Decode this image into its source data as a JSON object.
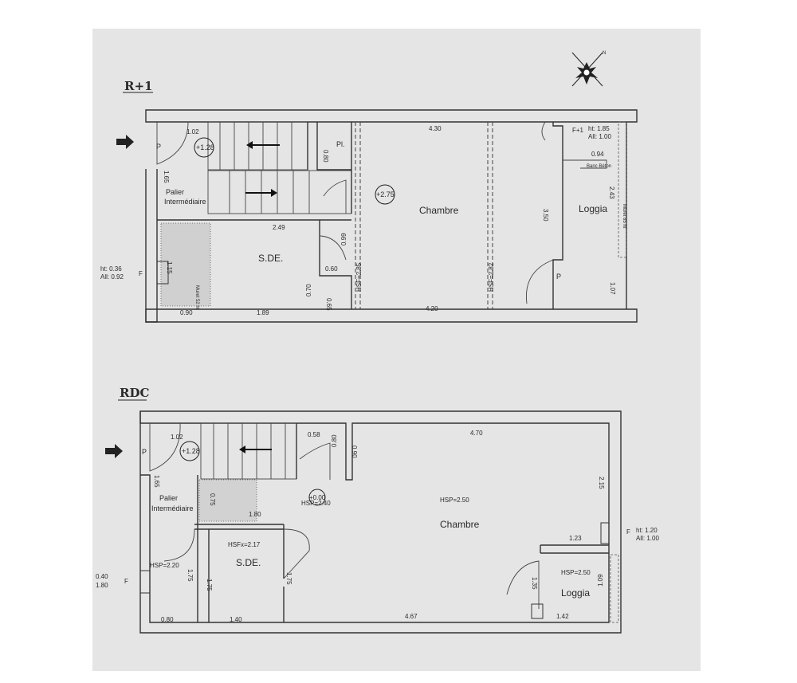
{
  "floors": {
    "upper": {
      "title": "R+1",
      "rooms": {
        "chambre": "Chambre",
        "loggia": "Loggia",
        "sde": "S.DE.",
        "palier": [
          "Palier",
          "Intermédiaire"
        ],
        "placard": "Pl."
      },
      "levels": {
        "stair": "+1.28",
        "chambre": "+2.75"
      },
      "hsf": [
        "HSF=2.85",
        "HSF=2.82"
      ],
      "dims": {
        "d1": "1.02",
        "d2": "0.80",
        "d3": "4.30",
        "d4": "1.65",
        "d5": "2.49",
        "d6": "0.99",
        "d7": "0.60",
        "d8": "0.70",
        "d9": "0.65",
        "d10": "1.89",
        "d11": "0.90",
        "d12": "4.20",
        "d13": "3.50",
        "d14": "0.94",
        "d15": "2.43",
        "d16": "1.07",
        "d17": "1.15"
      },
      "window_right": {
        "tag": "F+1",
        "ht": "ht: 1.85",
        "ali": "All: 1.00"
      },
      "window_left": {
        "ht": "ht: 0.36",
        "ali": "All: 0.92",
        "tag": "F"
      },
      "muret_small": "Muret 52 ht",
      "muret_loggia": "Muret 85 ht",
      "banc": "Banc Béton",
      "door_entry": "P",
      "door_loggia": "P"
    },
    "ground": {
      "title": "RDC",
      "rooms": {
        "chambre": "Chambre",
        "loggia": "Loggia",
        "sde": "S.DE.",
        "palier": [
          "Palier",
          "Intermédiaire"
        ]
      },
      "levels": {
        "stair": "+1.28",
        "mid": "+0.00"
      },
      "hsp": {
        "chambre": "HSP=2.50",
        "mid": "HSP=2.40",
        "palier": "HSP=2.20",
        "loggia": "HSP=2.50",
        "sde": "HSFx=2.17"
      },
      "dims": {
        "d1": "1.02",
        "d2": "0.58",
        "d3": "0.80",
        "d4": "0.90",
        "d5": "4.70",
        "d6": "1.65",
        "d7": "0.75",
        "d8": "1.80",
        "d9": "2.15",
        "d10": "1.23",
        "d11": "1.35",
        "d12": "1.75",
        "d13": "1.75",
        "d14": "1.75",
        "d15": "0.80",
        "d16": "1.40",
        "d17": "4.67",
        "d18": "1.42",
        "d19": "1.09"
      },
      "window_right": {
        "tag": "F",
        "ht": "ht: 1.20",
        "ali": "All: 1.00"
      },
      "window_left": {
        "a": "0.40",
        "b": "1.80",
        "tag": "F"
      },
      "door_entry": "P"
    }
  },
  "compass": {
    "n": "N"
  }
}
